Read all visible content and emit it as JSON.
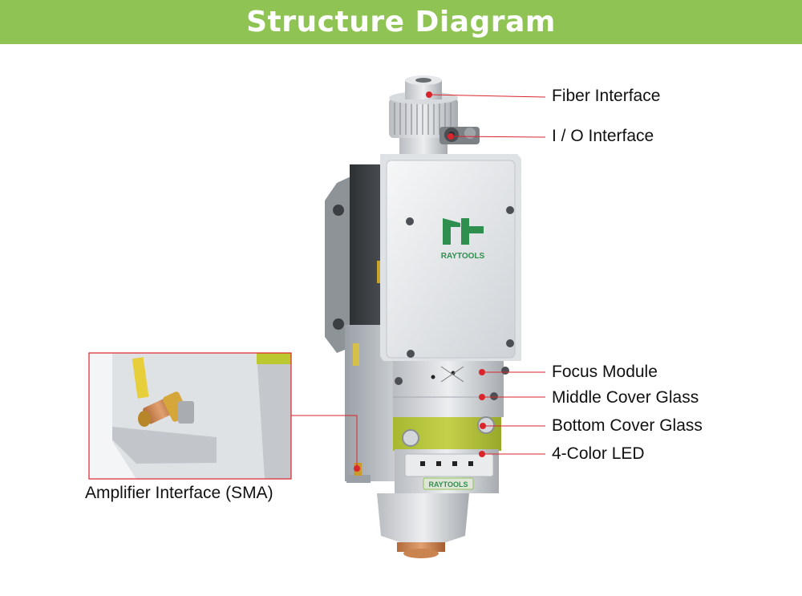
{
  "header": {
    "title": "Structure Diagram"
  },
  "product": {
    "brand": "RAYTOOLS",
    "panel_brand": "RAYTOOLS"
  },
  "callouts": {
    "fiber_interface": "Fiber Interface",
    "io_interface": "I / O Interface",
    "focus_module": "Focus Module",
    "middle_cover_glass": "Middle Cover Glass",
    "bottom_cover_glass": "Bottom Cover Glass",
    "led": "4-Color LED",
    "amplifier_interface": "Amplifier Interface (SMA)"
  },
  "colors": {
    "header_bg": "#8fc455",
    "callout_line": "#d9262c",
    "brand_green": "#2f8f4e",
    "lime_band": "#b3c43a"
  }
}
